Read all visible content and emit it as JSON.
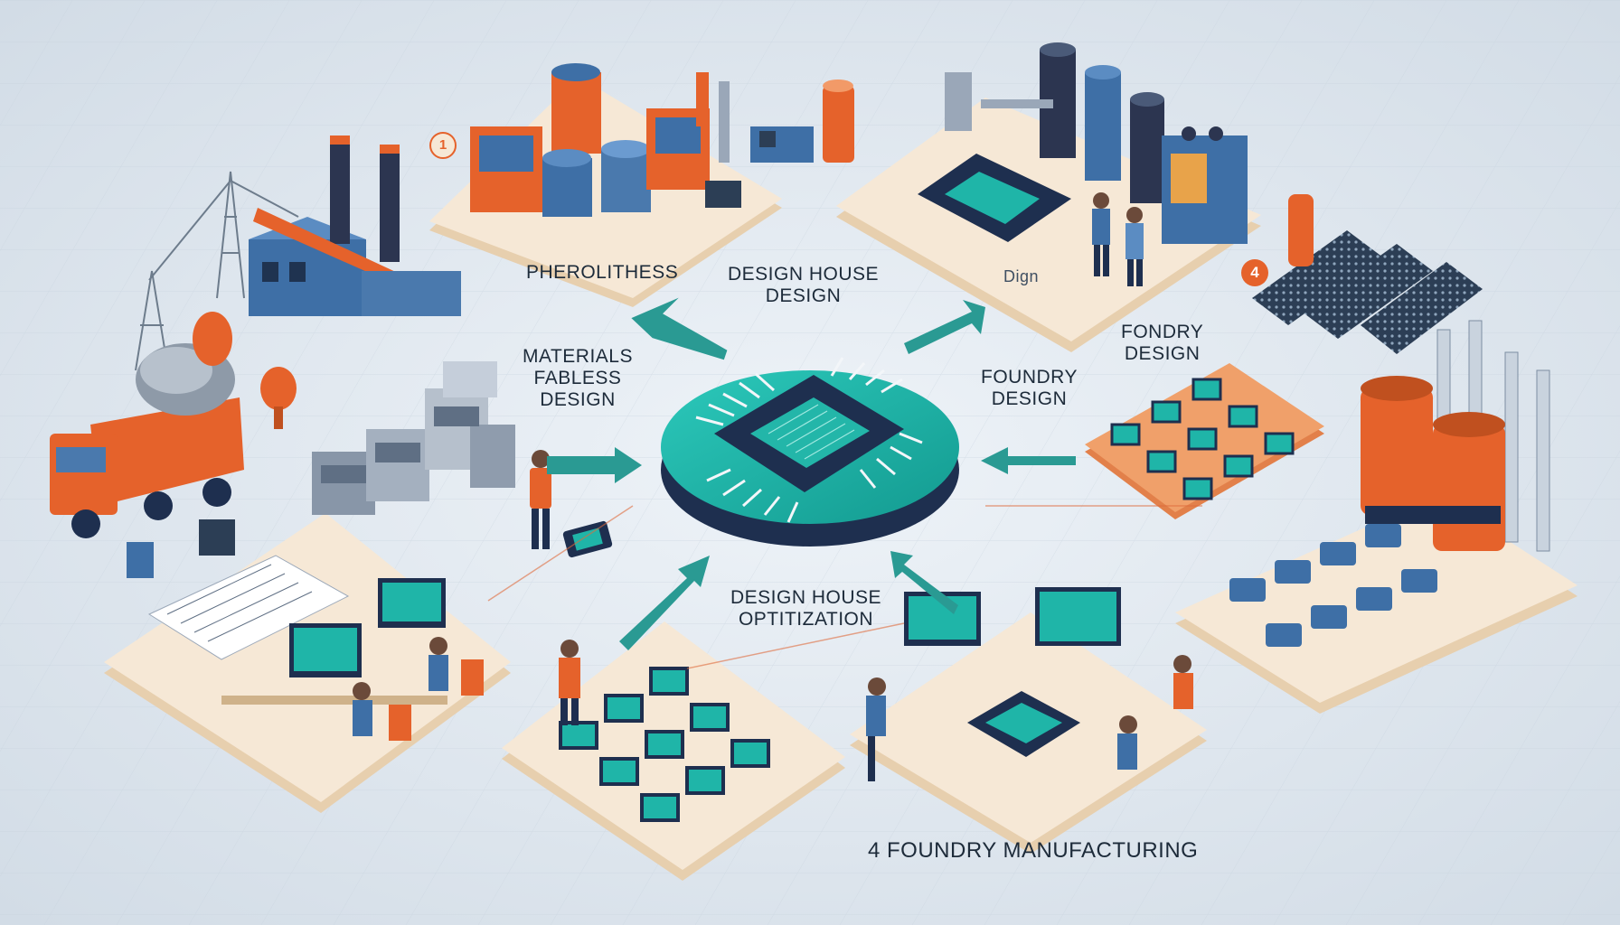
{
  "labels": {
    "photolithography": "PHEROLITHESS",
    "design_house_top_line1": "DESIGN HOUSE",
    "design_house_top_line2": "DESIGN",
    "materials_line1": "MATERIALS",
    "materials_line2": "FABLESS",
    "materials_line3": "DESIGN",
    "foundry_right_line1": "FONDRY",
    "foundry_right_line2": "DESIGN",
    "foundry_mid_line1": "FOUNDRY",
    "foundry_mid_line2": "DESIGN",
    "design_house_bottom_line1": "DESIGN HOUSE",
    "design_house_bottom_line2": "OPTITIZATION",
    "foundry_manufacturing": "4 FOUNDRY MANUFACTURING",
    "monitor_text": "Dign"
  },
  "badges": {
    "step_top": "1",
    "step_right": "4"
  },
  "colors": {
    "background": "#dfe6ee",
    "platform_top": "#f6e8d6",
    "platform_side": "#e7cfae",
    "teal": "#1fb5a8",
    "navy": "#1e2f4f",
    "orange": "#e5622b",
    "steel_blue": "#3f7fb0",
    "arrow": "#2a9a93"
  },
  "icons": [
    "cpu-chip-icon",
    "factory-icon",
    "truck-icon",
    "workstation-icon",
    "storage-tank-icon",
    "solar-panel-icon",
    "transmission-tower-icon",
    "worker-icon"
  ]
}
